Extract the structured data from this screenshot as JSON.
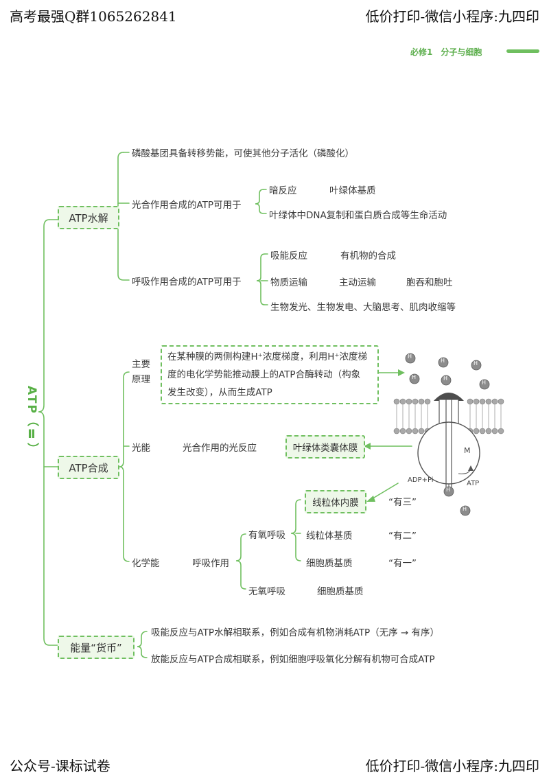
{
  "header": {
    "top_left": "高考最强Q群1065262841",
    "top_right": "低价打印-微信小程序:九四印",
    "section_tag": "必修1　分子与细胞"
  },
  "footer": {
    "left": "公众号-课标试卷",
    "right": "低价打印-微信小程序:九四印"
  },
  "root": {
    "label": "ATP（Ⅱ）"
  },
  "hydrolysis": {
    "label": "ATP水解",
    "item1": "磷酸基团具备转移势能，可使其他分子活化（磷酸化）",
    "photo": {
      "label": "光合作用合成的ATP可用于",
      "dark_reaction": "暗反应",
      "dark_place": "叶绿体基质",
      "chloroplast_use": "叶绿体中DNA复制和蛋白质合成等生命活动"
    },
    "resp": {
      "label": "呼吸作用合成的ATP可用于",
      "endergonic": "吸能反应",
      "organic_synthesis": "有机物的合成",
      "transport": "物质运输",
      "active_transport": "主动运输",
      "endocytosis": "胞吞和胞吐",
      "others": "生物发光、生物发电、大脑思考、肌肉收缩等"
    }
  },
  "synthesis": {
    "label": "ATP合成",
    "principle_label": "主要原理",
    "principle_text_1": "在某种膜的两侧构建H⁺浓度梯度，利用H⁺浓度梯",
    "principle_text_2": "度的电化学势能推动膜上的ATP合酶转动（构象",
    "principle_text_3": "发生改变），从而生成ATP",
    "light_label": "光能",
    "light_process": "光合作用的光反应",
    "thylakoid": "叶绿体类囊体膜",
    "chem_label": "化学能",
    "resp_label": "呼吸作用",
    "aerobic": "有氧呼吸",
    "anaerobic": "无氧呼吸",
    "inner_membrane": "线粒体内膜",
    "matrix": "线粒体基质",
    "cytoplasm": "细胞质基质",
    "cytoplasm2": "细胞质基质",
    "you_san": "“有三”",
    "you_er": "“有二”",
    "you_yi": "“有一”",
    "figure": {
      "h": "H",
      "m": "M",
      "adp": "ADP+Pi",
      "atp": "ATP"
    }
  },
  "currency": {
    "label": "能量“货币”",
    "line1": "吸能反应与ATP水解相联系，例如合成有机物消耗ATP（无序 → 有序）",
    "line2": "放能反应与ATP合成相联系，例如细胞呼吸氧化分解有机物可合成ATP"
  },
  "colors": {
    "accent": "#6fbf5f",
    "box_fill": "#eef8e9",
    "title_green": "#58b046"
  }
}
